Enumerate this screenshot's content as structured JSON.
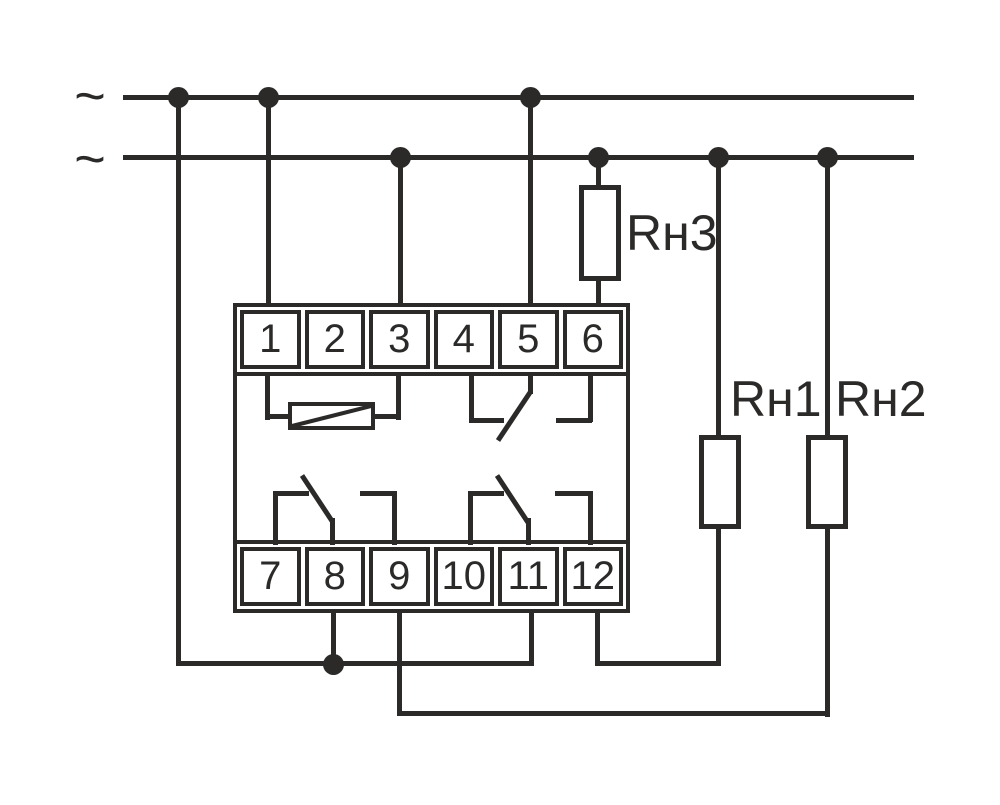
{
  "colors": {
    "line": "#2b2a29",
    "background": "#ffffff"
  },
  "power": {
    "phase_symbol_top": "~",
    "phase_symbol_bottom": "~"
  },
  "device": {
    "terminals_top": [
      "1",
      "2",
      "3",
      "4",
      "5",
      "6"
    ],
    "terminals_bottom": [
      "7",
      "8",
      "9",
      "10",
      "11",
      "12"
    ],
    "internal_symbols": [
      "coil-resistor 1-3",
      "changeover-contact 4-5-6",
      "changeover-contact 7-8-9",
      "changeover-contact 10-11-12"
    ]
  },
  "loads": {
    "rn1_label": "Rн1",
    "rn2_label": "Rн2",
    "rn3_label": "Rн3"
  }
}
